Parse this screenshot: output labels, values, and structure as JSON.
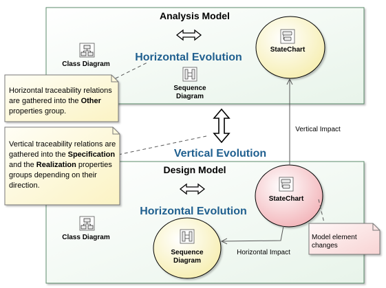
{
  "analysis_model": {
    "title": "Analysis Model",
    "class_diagram": "Class Diagram",
    "sequence_diagram": [
      "Sequence",
      "Diagram"
    ],
    "statechart": "StateChart",
    "horizontal_evolution": "Horizontal Evolution"
  },
  "design_model": {
    "title": "Design Model",
    "class_diagram": "Class Diagram",
    "sequence_diagram": [
      "Sequence",
      "Diagram"
    ],
    "statechart": "StateChart",
    "horizontal_evolution": "Horizontal Evolution"
  },
  "vertical_evolution": "Vertical Evolution",
  "vertical_impact": "Vertical Impact",
  "horizontal_impact": "Horizontal Impact",
  "note_horizontal": {
    "text_1": "Horizontal traceability relations are gathered into the ",
    "bold_1": "Other",
    "text_2": " properties group."
  },
  "note_vertical": {
    "text_1": "Vertical traceability relations are gathered into the ",
    "bold_1": "Specification",
    "text_2": " and the ",
    "bold_2": "Realization",
    "text_3": " properties groups depending on their direction."
  },
  "note_change": {
    "line_1": "Model element",
    "line_2": "changes"
  },
  "colors": {
    "package_fill": "#f2f9f3",
    "package_border": "#5a8a6a",
    "note_fill": "#fffce6",
    "state_fill": "#fdf7cc",
    "changed_fill": "#f8c9cc",
    "change_note_fill": "#fde3e3",
    "accent_blue": "#1f5f8f"
  }
}
